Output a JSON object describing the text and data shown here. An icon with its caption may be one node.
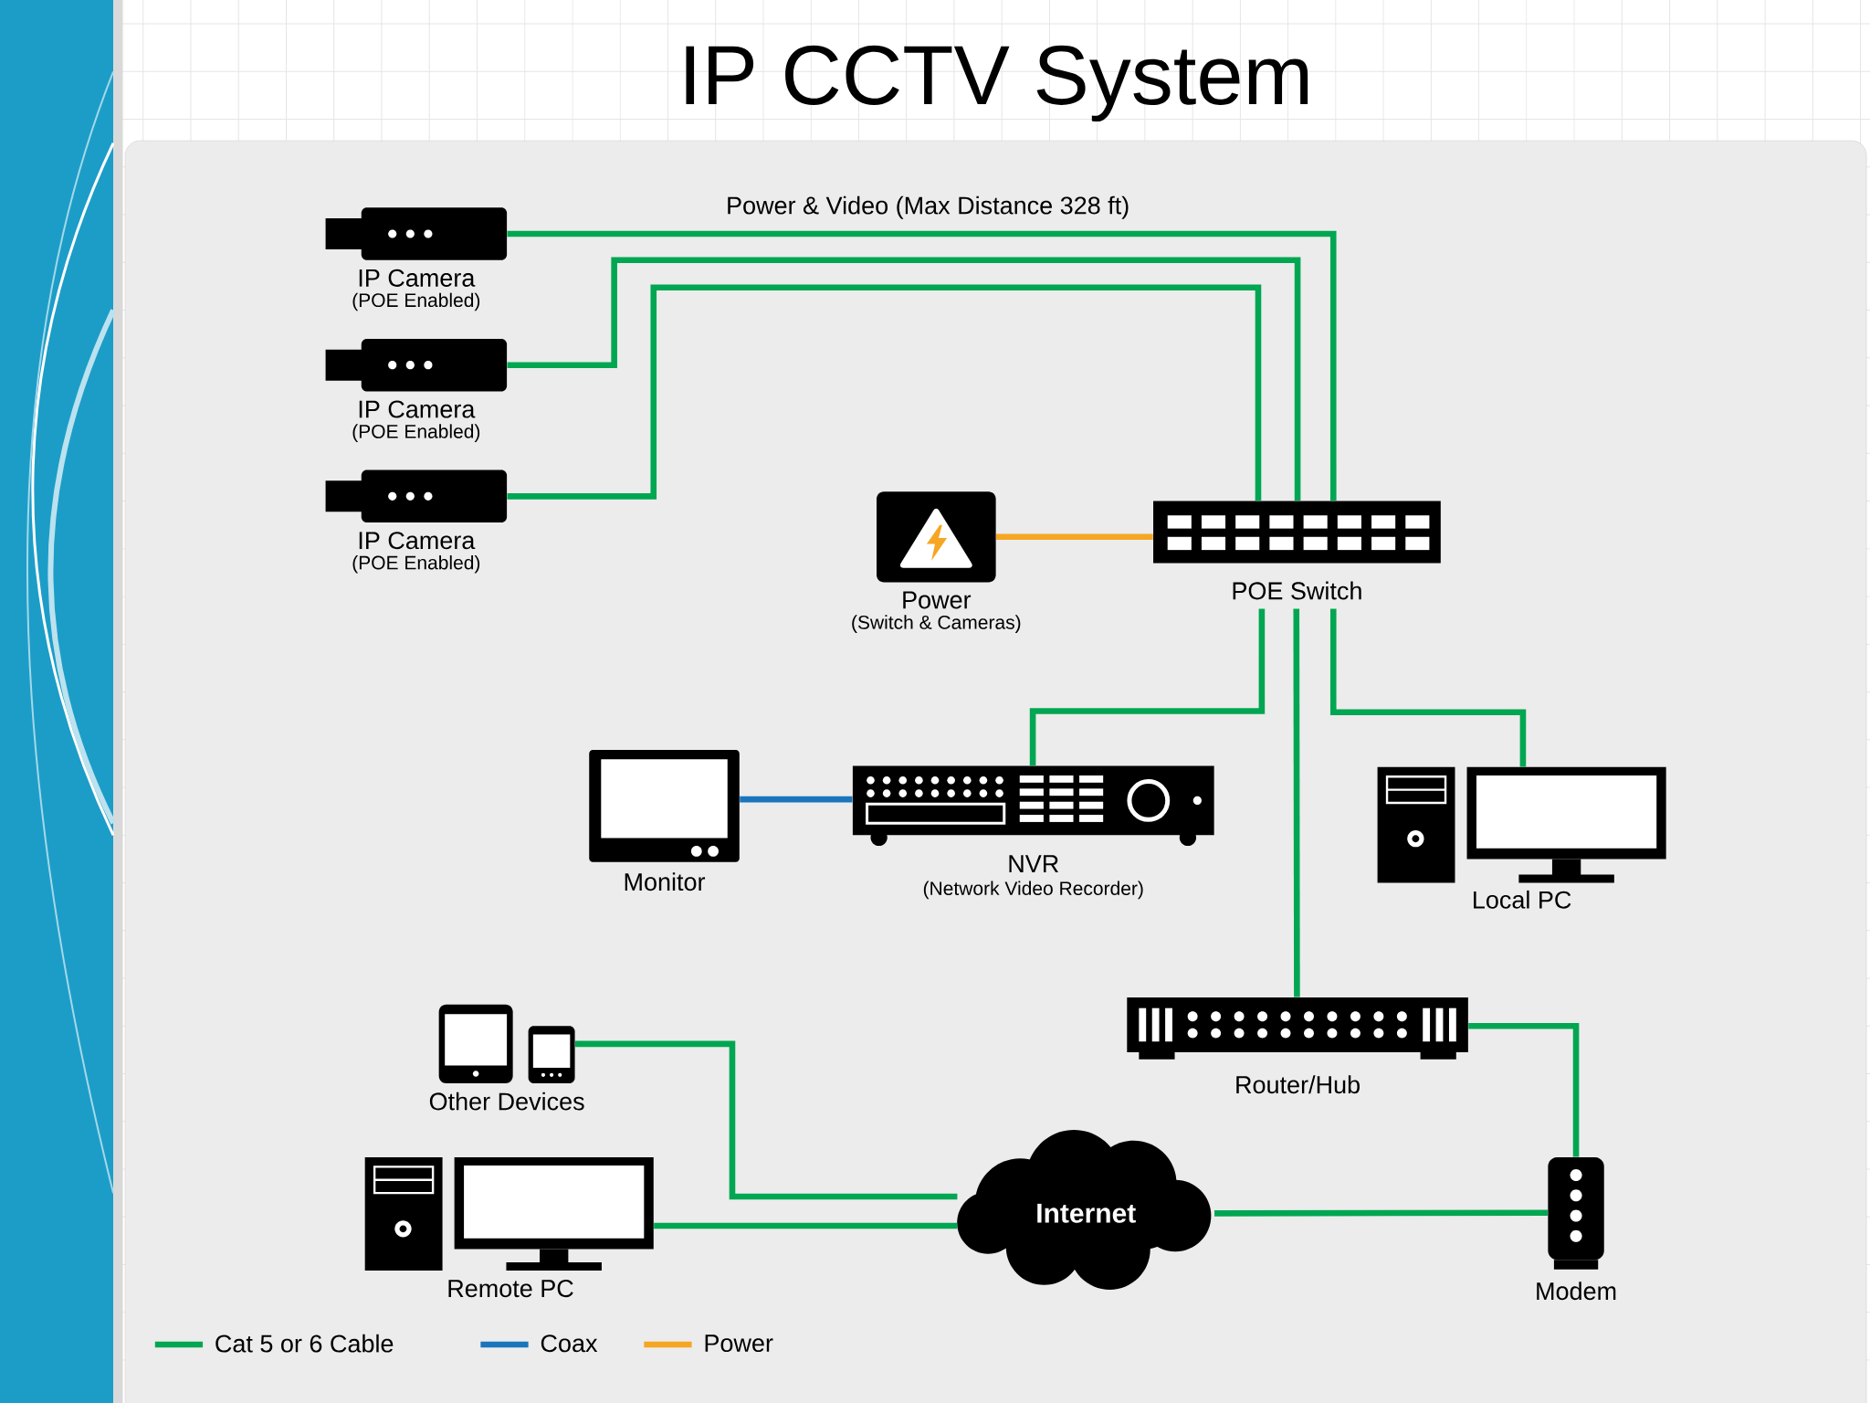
{
  "diagram": {
    "title": "IP CCTV System",
    "nodes": [
      {
        "text": [
          "IP Camera",
          "(POE Enabled)"
        ]
      },
      {
        "text": [
          "IP Camera",
          "(POE Enabled)"
        ]
      },
      {
        "text": [
          "IP Camera",
          "(POE Enabled)"
        ]
      },
      {
        "text": [
          "Power",
          "(Switch & Cameras)"
        ]
      },
      {
        "text": [
          "POE Switch"
        ]
      },
      {
        "text": [
          "Monitor"
        ]
      },
      {
        "text": [
          "NVR",
          "(Network Video Recorder)"
        ]
      },
      {
        "text": [
          "Local PC"
        ]
      },
      {
        "text": [
          "Router/Hub"
        ]
      },
      {
        "text": [
          "Other Devices"
        ]
      },
      {
        "text": [
          "Remote PC"
        ]
      },
      {
        "text": [
          "Internet"
        ]
      },
      {
        "text": [
          "Modem"
        ]
      }
    ],
    "edges": [
      {
        "from": 0,
        "to": 4,
        "arrow": "none",
        "label": "Power & Video (Max Distance 328 ft)"
      },
      {
        "from": 1,
        "to": 4,
        "arrow": "none"
      },
      {
        "from": 2,
        "to": 4,
        "arrow": "none"
      },
      {
        "from": 3,
        "to": 4,
        "arrow": "none",
        "color": "#f5a623"
      },
      {
        "from": 4,
        "to": 6,
        "arrow": "none"
      },
      {
        "from": 4,
        "to": 7,
        "arrow": "none"
      },
      {
        "from": 4,
        "to": 8,
        "arrow": "none"
      },
      {
        "from": 5,
        "to": 6,
        "arrow": "none",
        "color": "#1b75bc"
      },
      {
        "from": 8,
        "to": 12,
        "arrow": "none"
      },
      {
        "from": 9,
        "to": 11,
        "arrow": "none"
      },
      {
        "from": 10,
        "to": 11,
        "arrow": "none"
      },
      {
        "from": 11,
        "to": 12,
        "arrow": "none"
      }
    ],
    "legend": [
      {
        "text": "Cat 5 or 6 Cable",
        "color": "#00a651"
      },
      {
        "text": "Coax",
        "color": "#1b75bc"
      },
      {
        "text": "Power",
        "color": "#f5a623"
      }
    ]
  }
}
